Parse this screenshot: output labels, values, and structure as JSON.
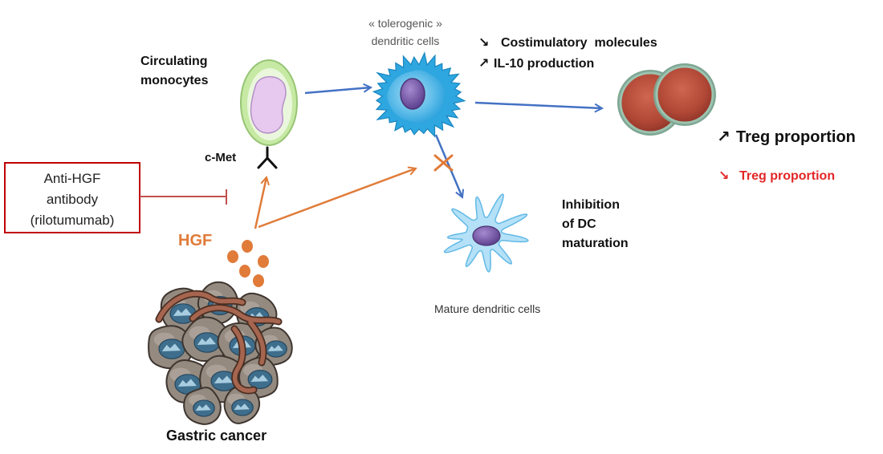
{
  "monocytes": {
    "line1": "Circulating",
    "line2": "monocytes"
  },
  "cmet": "c-Met",
  "tolerogenic": {
    "line1": "« tolerogenic »",
    "line2": "dendritic cells"
  },
  "costimulatory": {
    "arrow": "↘",
    "text": "Costimulatory  molecules"
  },
  "il10": {
    "arrow": "↗",
    "text": "IL-10 production"
  },
  "treg_up": {
    "arrow": "↗",
    "text": "Treg proportion"
  },
  "treg_down": {
    "arrow": "↘",
    "text": "Treg proportion"
  },
  "antibody": {
    "line1": "Anti-HGF",
    "line2": "antibody",
    "line3": "(rilotumumab)"
  },
  "hgf": "HGF",
  "inhibition": {
    "line1": "Inhibition",
    "line2": "of DC",
    "line3": "maturation"
  },
  "mature_dc": "Mature dendritic cells",
  "gastric_cancer": "Gastric cancer",
  "colors": {
    "blue_arrow": "#4472C4",
    "orange": "#E07B39",
    "inhibitor_red": "#C00000",
    "treg_down_red": "#E32626"
  },
  "icons": {
    "receptor": "c-met-receptor-icon",
    "inhibition": "inhibition-bar-icon",
    "blocked": "blocked-cross-icon"
  }
}
